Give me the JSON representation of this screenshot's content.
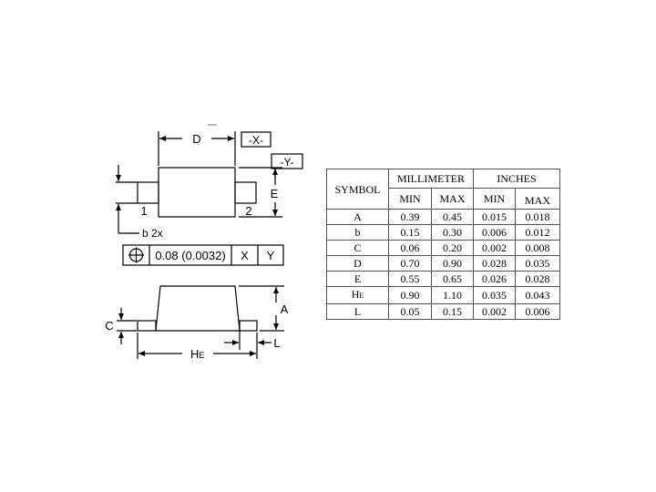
{
  "top_view": {
    "dim_d": "D",
    "datum_x": "-X-",
    "datum_y": "-Y-",
    "dim_e": "E",
    "pin1": "1",
    "pin2": "2",
    "dim_b": "b 2x"
  },
  "tolerance_frame": {
    "symbol": "position-icon",
    "value": "0.08 (0.0032)",
    "datum_1": "X",
    "datum_2": "Y"
  },
  "side_view": {
    "dim_a": "A",
    "dim_c": "C",
    "dim_l": "L",
    "dim_he": "H",
    "dim_he_sub": "E"
  },
  "table": {
    "symbol_header": "SYMBOL",
    "mm_header": "MILLIMETER",
    "in_header": "INCHES",
    "min_label": "MIN",
    "max_label": "MAX",
    "rows": [
      {
        "symbol": "A",
        "mm_min": "0.39",
        "mm_max": "0.45",
        "in_min": "0.015",
        "in_max": "0.018"
      },
      {
        "symbol": "b",
        "mm_min": "0.15",
        "mm_max": "0.30",
        "in_min": "0.006",
        "in_max": "0.012"
      },
      {
        "symbol": "C",
        "mm_min": "0.06",
        "mm_max": "0.20",
        "in_min": "0.002",
        "in_max": "0.008"
      },
      {
        "symbol": "D",
        "mm_min": "0.70",
        "mm_max": "0.90",
        "in_min": "0.028",
        "in_max": "0.035"
      },
      {
        "symbol": "E",
        "mm_min": "0.55",
        "mm_max": "0.65",
        "in_min": "0.026",
        "in_max": "0.028"
      },
      {
        "symbol": "H",
        "symbol_sub": "E",
        "mm_min": "0.90",
        "mm_max": "1.10",
        "in_min": "0.035",
        "in_max": "0.043"
      },
      {
        "symbol": "L",
        "mm_min": "0.05",
        "mm_max": "0.15",
        "in_min": "0.002",
        "in_max": "0.006"
      }
    ]
  }
}
